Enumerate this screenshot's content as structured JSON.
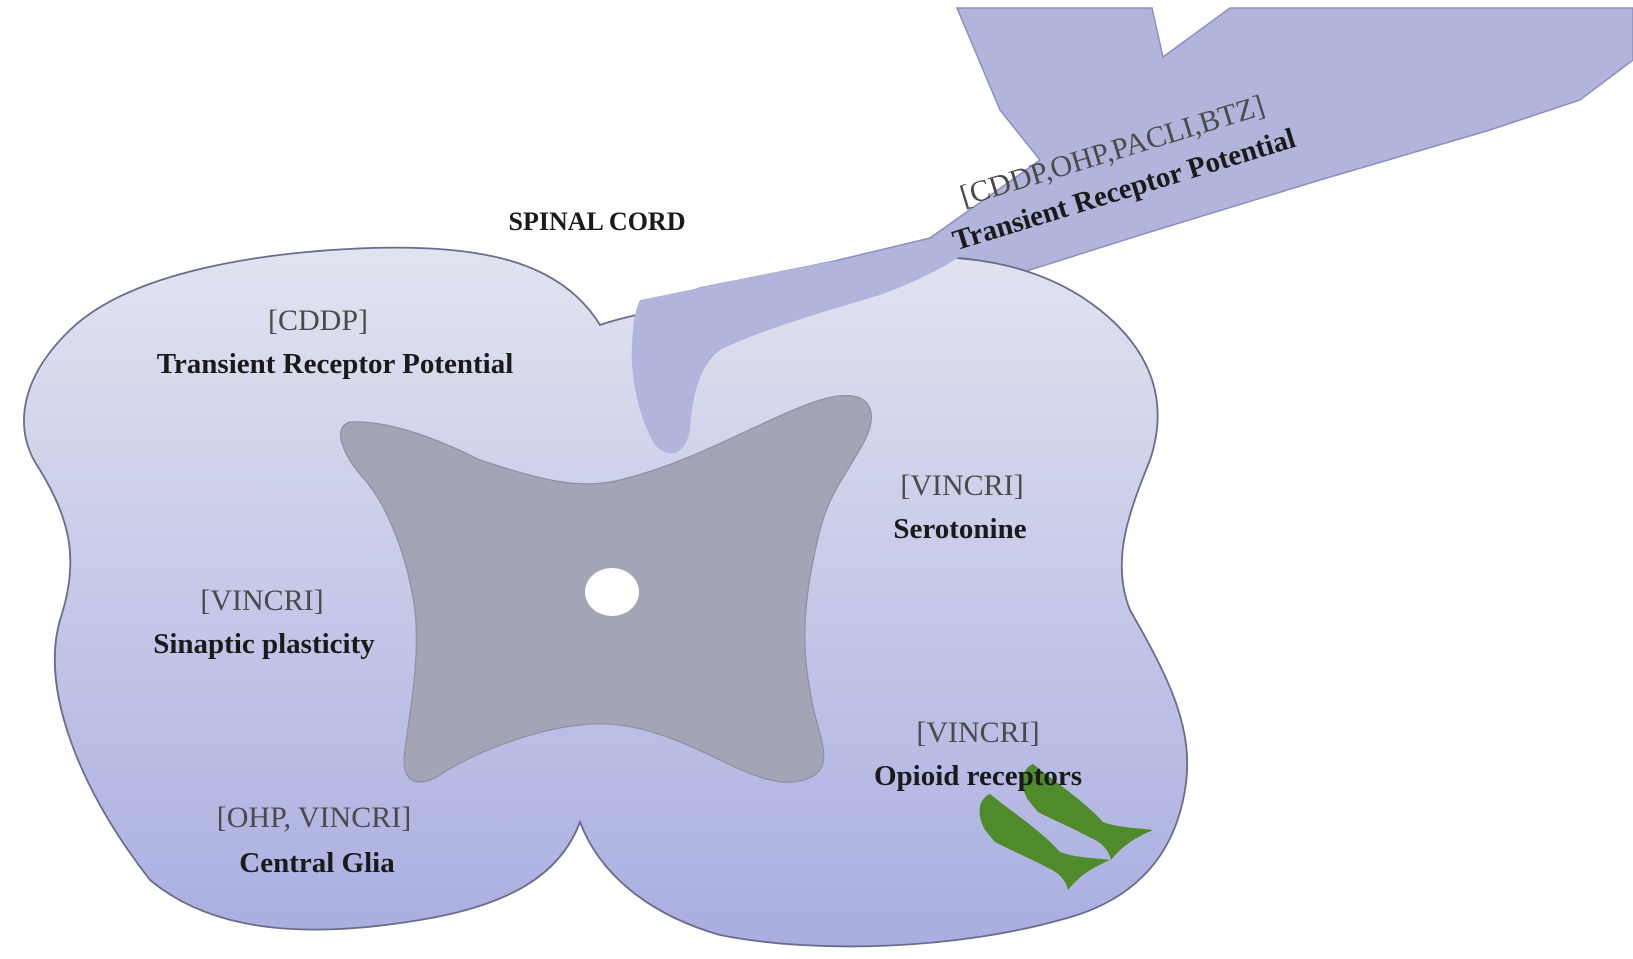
{
  "title": "SPINAL CORD",
  "regions": [
    {
      "id": "dorsal-left",
      "drugs": "[CDDP]",
      "mechanism": "Transient Receptor Potential"
    },
    {
      "id": "nerve-root",
      "drugs": "[CDDP,OHP,PACLI,BTZ]",
      "mechanism": "Transient  Receptor Potential"
    },
    {
      "id": "right-middle",
      "drugs": "[VINCRI]",
      "mechanism": "Serotonine"
    },
    {
      "id": "left-middle",
      "drugs": "[VINCRI]",
      "mechanism": "Sinaptic plasticity"
    },
    {
      "id": "right-lower",
      "drugs": "[VINCRI]",
      "mechanism": "Opioid receptors"
    },
    {
      "id": "left-lower",
      "drugs": "[OHP, VINCRI]",
      "mechanism": "Central Glia"
    }
  ],
  "colors": {
    "white_matter_top": "#e2e3f0",
    "white_matter_bottom": "#a9aee0",
    "gray_matter": "#a3a4b6",
    "nerve_root": "#b1b5dc",
    "receptor_icon": "#4f8a2b",
    "outline": "#6a6c8c"
  },
  "icons": [
    "opioid-receptor-icon",
    "opioid-receptor-icon"
  ]
}
